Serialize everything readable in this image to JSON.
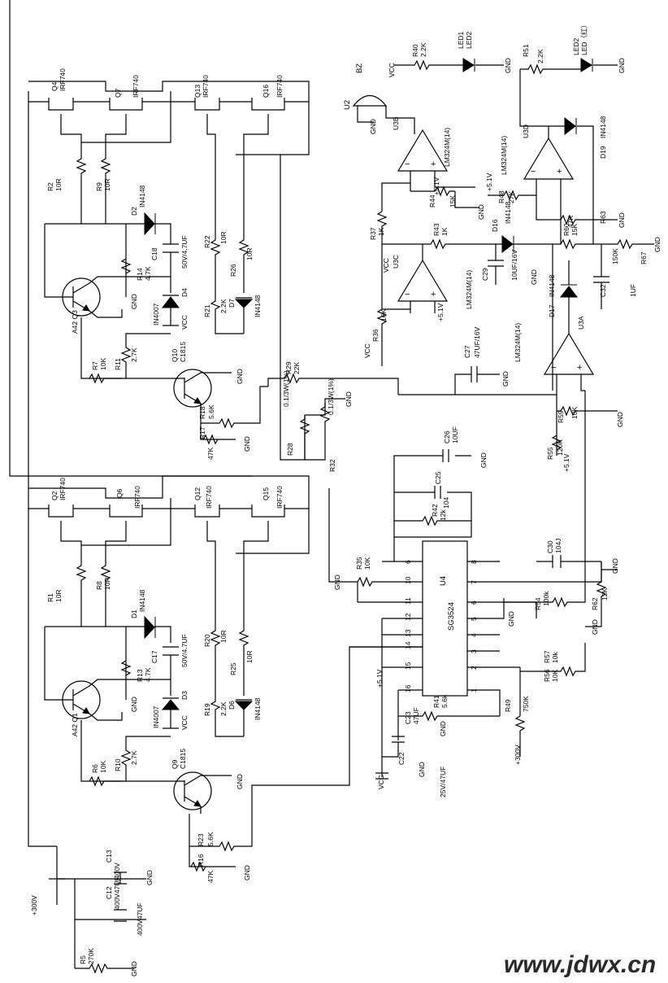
{
  "labels": {
    "vcc": "VCC",
    "gnd": "GND",
    "p300": "+300V",
    "p51": "+5.1V",
    "bz": "BZ",
    "led1": "LED1",
    "led2": "LED2",
    "led2b": "LED2",
    "led_red": "LED（红）",
    "u2": "U2",
    "u4": "U4",
    "sg3524": "SG3524",
    "u3a": "U3A",
    "u3b": "U3B",
    "u3c": "U3C",
    "u3d": "U3D",
    "lm324": "LM324M(14)",
    "q1": "A42 Q1",
    "q3": "A42 Q3",
    "q9": "Q9",
    "q10": "Q10",
    "c1815": "C1815",
    "irf": "IRF740",
    "q2": "Q2",
    "q4": "Q4",
    "q6": "Q6",
    "q7": "Q7",
    "q12": "Q12",
    "q13": "Q13",
    "q15": "Q15",
    "q16": "Q16"
  },
  "resistors": {
    "r1": "R1",
    "r1v": "10R",
    "r2": "R2",
    "r2v": "10R",
    "r5": "R5",
    "r5v": "270K",
    "r6": "R6",
    "r6v": "10K",
    "r7": "R7",
    "r7v": "10K",
    "r8": "R8",
    "r8v": "10R",
    "r9": "R9",
    "r9v": "10R",
    "r10": "R10",
    "r10v": "2.7K",
    "r11": "R11",
    "r11v": "2.7K",
    "r13": "R13",
    "r13v": "4.7K",
    "r14": "R14",
    "r14v": "4.7K",
    "r16": "R16",
    "r16v": "47K",
    "r17": "R17",
    "r17v": "47K",
    "r18": "R18",
    "r18v": "5.6K",
    "r19": "R19",
    "r19v": "2.2K",
    "r20": "R20",
    "r20v": "10R",
    "r21": "R21",
    "r21v": "2.2K",
    "r22": "R22",
    "r22v": "10R",
    "r23": "R23",
    "r23v": "5.6K",
    "r25": "R25",
    "r25v": "10R",
    "r26": "R26",
    "r26v": "10R",
    "r28": "R28",
    "r28v": "0.1/3W(1%)",
    "r29": "R29",
    "r29v": "22K",
    "r32": "R32",
    "r32v": "0.1/3W(1%)",
    "r35": "R35",
    "r35v": "10K",
    "r36": "R36",
    "r36v": "16K",
    "r37": "R37",
    "r37v": "1K",
    "r40": "R40",
    "r40v": "2.2K",
    "r41": "R41",
    "r41v": "5.6k",
    "r42": "R42",
    "r42v": "12k",
    "r43": "R43",
    "r43v": "1K",
    "r44": "R44",
    "r44v": "15K",
    "r48": "R48",
    "r48v": "27K",
    "r49": "R49",
    "r49v": "750K",
    "r51": "R51",
    "r51v": "2.2K",
    "r54": "R54",
    "r54v": "100k",
    "r55": "R55",
    "r55v": "120K",
    "r56": "R56",
    "r56v": "10K",
    "r57": "R57",
    "r57v": "10k",
    "r59": "R59",
    "r59v": "10K",
    "r60": "R60",
    "r60v": "15K",
    "r62": "R62",
    "r62v": "12K",
    "r63": "R63",
    "r63v": "47K",
    "r67": "R67",
    "r67v": "150K"
  },
  "capacitors": {
    "c12": "C12",
    "c12v": "400V47UF",
    "c13": "C13",
    "c13v": "400V",
    "c17": "C17",
    "c17v": "50V/4.7UF",
    "c18": "C18",
    "c18v": "50V/4.7UF",
    "c22": "C22",
    "c22v": "25V/47UF",
    "c23": "C23",
    "c23v": "47UF",
    "c25": "C25",
    "c25v": "104",
    "c26": "C26",
    "c26v": "10UF",
    "c27": "C27",
    "c27v": "47UF/16V",
    "c29": "C29",
    "c29v": "10UF/16V",
    "c30": "C30",
    "c30v": "104J",
    "c32": "C32",
    "c32v": "1UF"
  },
  "diodes": {
    "d1": "D1",
    "d2": "D2",
    "d3": "D3",
    "d4": "D4",
    "d6": "D6",
    "d7": "D7",
    "d16": "D16",
    "d17": "D17",
    "d19": "D19",
    "in4148": "IN4148",
    "in4007": "IN4007"
  },
  "sg3524_pins": {
    "left": [
      "6",
      "10",
      "11",
      "12",
      "13",
      "14",
      "15",
      "16"
    ],
    "right": [
      "8",
      "7",
      "6",
      "5",
      "4",
      "3",
      "2",
      "1"
    ]
  },
  "watermark": "www.jdwx.cn"
}
